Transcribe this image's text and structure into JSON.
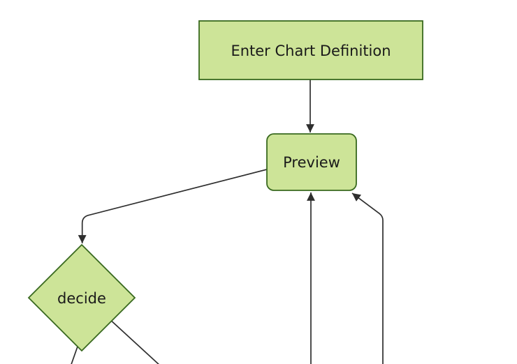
{
  "diagram": {
    "kind": "flowchart",
    "background": "#ffffff",
    "theme": {
      "node_fill": "#cde498",
      "node_border": "#39691f",
      "edge_color": "#2e2e2e",
      "text_color": "#1a1a1a"
    },
    "nodes": {
      "definition": {
        "label": "Enter Chart Definition",
        "shape": "rectangle"
      },
      "preview": {
        "label": "Preview",
        "shape": "rounded-rectangle"
      },
      "decide": {
        "label": "decide",
        "shape": "diamond"
      }
    },
    "edges": [
      {
        "from": "definition",
        "to": "preview",
        "arrow": true
      },
      {
        "from": "preview",
        "to": "decide",
        "arrow": true
      },
      {
        "from": "decide",
        "to": "offscreen-bottom-left",
        "arrow": false
      },
      {
        "from": "decide",
        "to": "offscreen-bottom-right",
        "arrow": false
      },
      {
        "from": "offscreen-bottom",
        "to": "preview",
        "arrow": true
      },
      {
        "from": "offscreen-bottom-right",
        "to": "preview",
        "arrow": true
      }
    ]
  }
}
